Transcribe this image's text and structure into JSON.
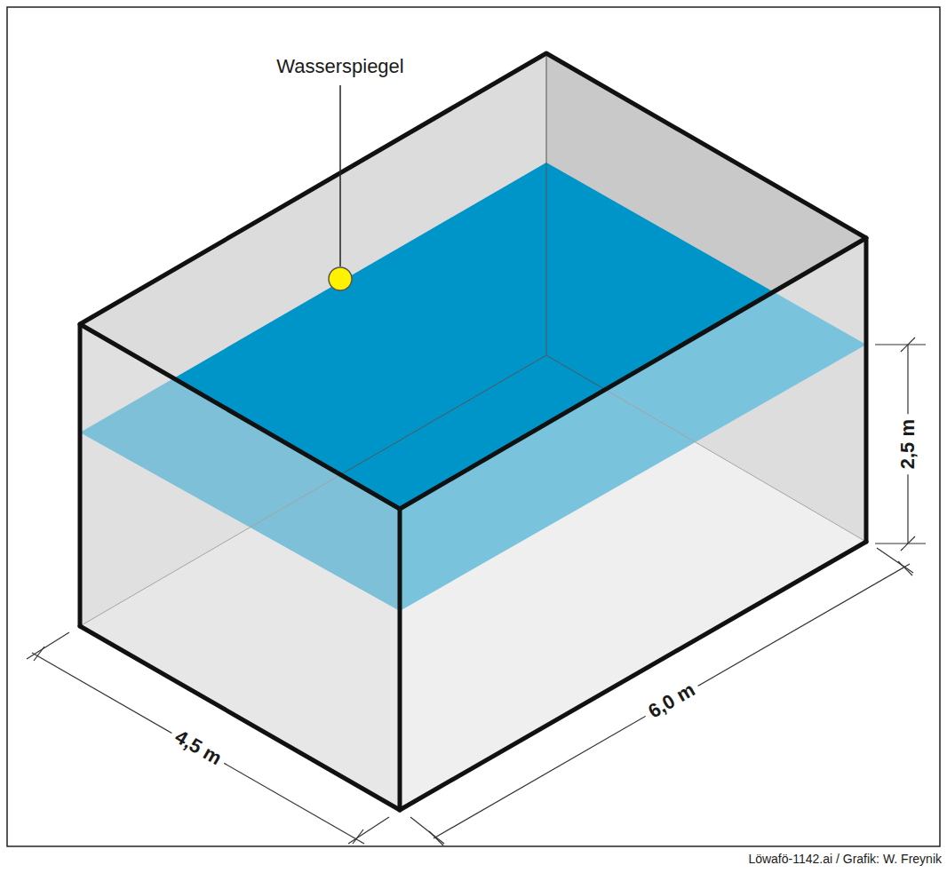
{
  "diagram": {
    "labels": [
      "Wasserspiegel",
      "2,5 m",
      "6,0 m",
      "4,5 m",
      "Löwafö-1142.ai / Grafik: W. Freynik"
    ]
  }
}
